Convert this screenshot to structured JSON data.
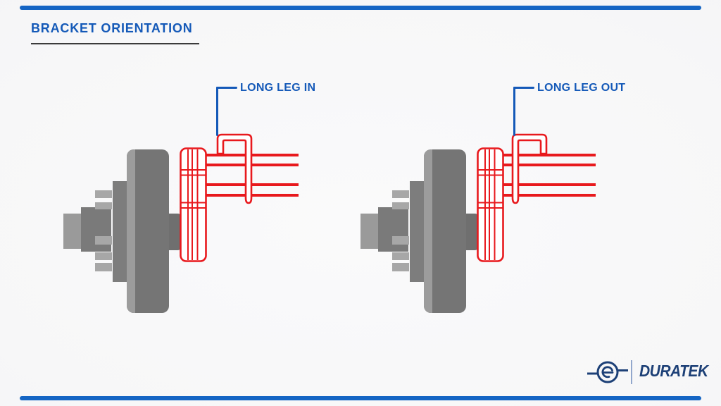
{
  "header": {
    "title": "BRACKET ORIENTATION"
  },
  "diagrams": [
    {
      "id": "long-leg-in",
      "label": "LONG LEG IN",
      "orientation": "long leg of bracket clip toward inboard side"
    },
    {
      "id": "long-leg-out",
      "label": "LONG LEG OUT",
      "orientation": "long leg of bracket clip toward outboard side"
    }
  ],
  "footer": {
    "brand": "DURATEK",
    "logo_icon": "duratek-e-circle-icon"
  },
  "colors": {
    "accent_blue": "#1459b8",
    "frame_bar_blue": "#1565c4",
    "bracket_red": "#e8191d",
    "brand_navy": "#1d4077",
    "hub_gray_dark": "#757575",
    "hub_gray_light": "#a7a7a7",
    "underline_gray": "#3b3b3b",
    "background": "#f7f7f8"
  }
}
